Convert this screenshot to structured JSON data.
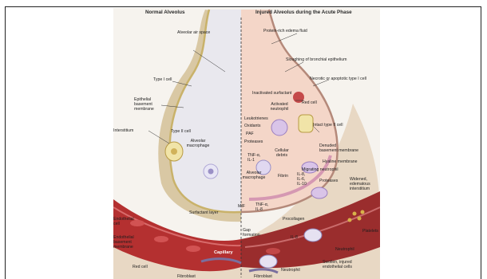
{
  "headers": {
    "left": "Normal Alveolus",
    "right": "Injured Alveolus during the Acute Phase"
  },
  "left_labels": {
    "air_space": "Alveolar air space",
    "type1": "Type I cell",
    "epithelial_bm": "Epithelial\nbasement\nmembrane",
    "interstitium": "Interstitium",
    "type2": "Type II cell",
    "macrophage": "Alveolar\nmacrophage",
    "surfactant": "Surfactant layer",
    "endothelial": "Endothelial\ncell",
    "endothelial_bm": "Endothelial\nbasement\nmembrane",
    "red_cell": "Red cell",
    "fibroblast": "Fibroblast",
    "capillary": "Capillary"
  },
  "right_labels": {
    "edema": "Protein-rich edema fluid",
    "sloughing": "Sloughing of bronchial epithelium",
    "necrotic": "Necrotic or apoptotic type I cell",
    "inactivated": "Inactivated surfactant",
    "red_cell": "Red cell",
    "activated_neutrophil": "Activated\nneutrophil",
    "leukotrienes": "Leukotrienes",
    "oxidants": "Oxidants",
    "paf": "PAF",
    "proteases": "Proteases",
    "intact_type2": "Intact type II cell",
    "tnf_il1_top": "TNF-α,\nIL-1",
    "cellular_debris": "Cellular\ndebris",
    "denuded_bm": "Denuded\nbasement membrane",
    "hyaline": "Hyaline membrane",
    "alveolar_macrophage": "Alveolar\nmacrophage",
    "fibrin": "Fibrin",
    "migrating_neutrophil": "Migrating neutrophil",
    "il_block": "IL-8,\nIL-6,\nIL-10",
    "proteases2": "Proteases",
    "widened": "Widened,\nedematous\ninterstitium",
    "mif": "MIF",
    "tnf_il8": "TNF-α,\nIL-8",
    "procollagen": "Procollagen",
    "gap": "Gap\nformation",
    "il8": "IL-8",
    "platelets": "Platelets",
    "neutrophil1": "Neutrophil",
    "swollen": "Swollen, injured\nendothelial cells",
    "fibroblast": "Fibroblast",
    "neutrophil2": "Neutrophil"
  },
  "colors": {
    "panel_bg": "#f6f3ee",
    "air": "#e9e8ee",
    "edema": "#f4d6c8",
    "capillary": "#b43030",
    "wall": "#d9c8a4"
  }
}
